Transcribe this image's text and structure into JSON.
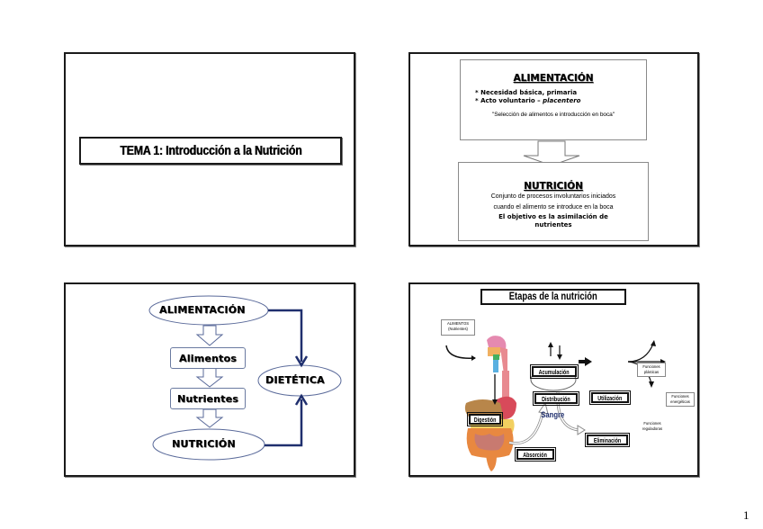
{
  "slide1": {
    "title": "TEMA 1: Introducción a la Nutrición"
  },
  "slide2": {
    "top_box": {
      "heading": "ALIMENTACIÓN",
      "bullets": [
        {
          "prefix": "* Necesidad básica, primaria",
          "emph": ""
        },
        {
          "prefix": "* Acto voluntario – ",
          "emph": "placentero"
        }
      ],
      "quote": "\"Selección de alimentos e introducción en boca\""
    },
    "bottom_box": {
      "heading": "NUTRICIÓN",
      "line1": "Conjunto de procesos involuntarios iniciados",
      "line2": "cuando el alimento se introduce en la boca",
      "line3": "El objetivo es la asimilación de",
      "line4": "nutrientes"
    }
  },
  "slide3": {
    "nodes": {
      "alimentacion": "ALIMENTACIÓN",
      "alimentos": "Alimentos",
      "nutrientes": "Nutrientes",
      "nutricion": "NUTRICIÓN",
      "dietetica": "DIETÉTICA"
    },
    "colors": {
      "connector": "#1f2f6e",
      "outline": "#5a6a9a"
    }
  },
  "slide4": {
    "title": "Etapas de la nutrición",
    "input_box": {
      "line1": "ALIMENTOS",
      "line2": "(Nutrientes)"
    },
    "stages": {
      "acumulacion": "Acumulación",
      "distribucion": "Distribución",
      "utilizacion": "Utilización",
      "digestion": "Digestión",
      "absorcion": "Absorción",
      "eliminacion": "Eliminación"
    },
    "sangre": "Sangre",
    "functions": {
      "plasticas": {
        "line1": "Funciones",
        "line2": "plásticas"
      },
      "energeticas": {
        "line1": "Funciones",
        "line2": "energéticas"
      },
      "reguladoras": {
        "line1": "Funciones",
        "line2": "reguladoras"
      }
    },
    "colors": {
      "sangre_text": "#1f2f6e"
    }
  },
  "page_number": "1"
}
